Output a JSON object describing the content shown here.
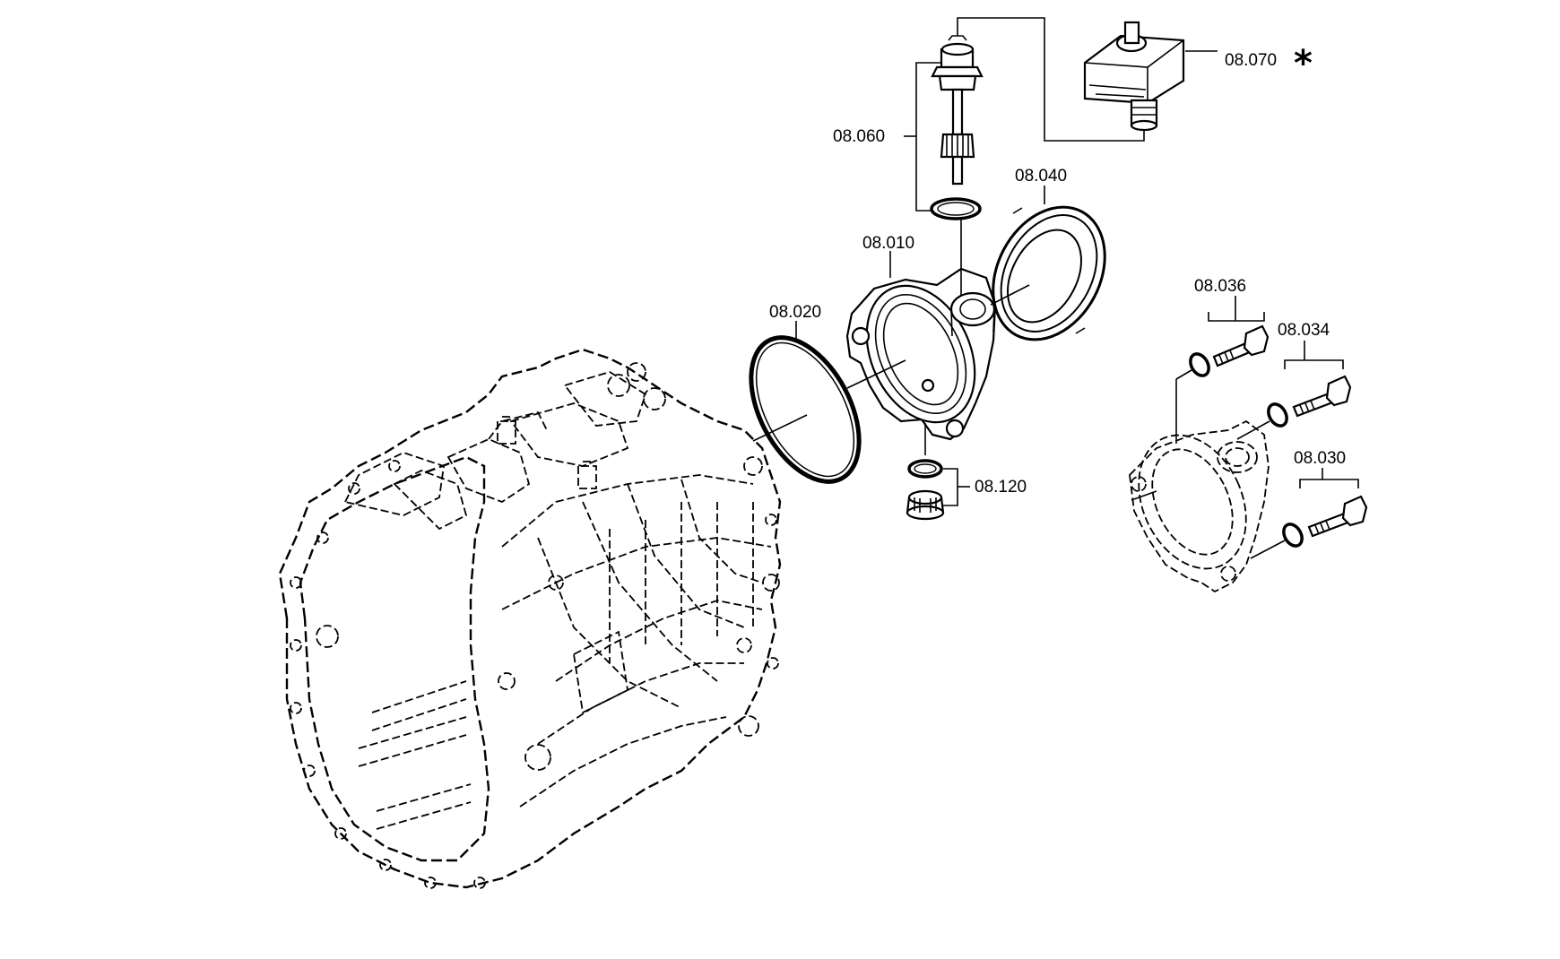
{
  "diagram": {
    "callouts": {
      "p08_010": "08.010",
      "p08_020": "08.020",
      "p08_030": "08.030",
      "p08_034": "08.034",
      "p08_036": "08.036",
      "p08_040": "08.040",
      "p08_060": "08.060",
      "p08_070": "08.070",
      "p08_120": "08.120"
    },
    "marker": "*"
  }
}
